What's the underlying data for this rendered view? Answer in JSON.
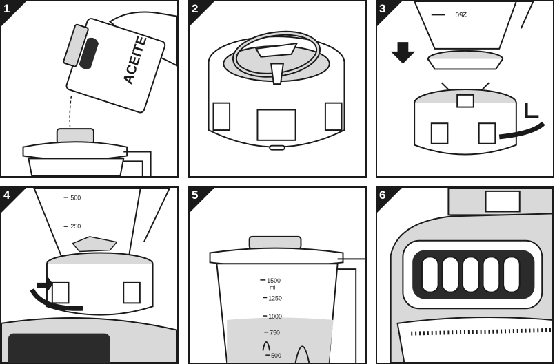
{
  "steps": [
    {
      "number": "1",
      "label": "ACEITE"
    },
    {
      "number": "2"
    },
    {
      "number": "3",
      "jar_mark": "250"
    },
    {
      "number": "4",
      "jar_marks": [
        "500",
        "250"
      ]
    },
    {
      "number": "5",
      "jar_marks": [
        "1500",
        "ml",
        "1250",
        "1000",
        "750",
        "500"
      ]
    },
    {
      "number": "6"
    }
  ],
  "colors": {
    "line": "#1a1a1a",
    "fill": "#d9d9d9",
    "dark": "#2b2b2b"
  }
}
